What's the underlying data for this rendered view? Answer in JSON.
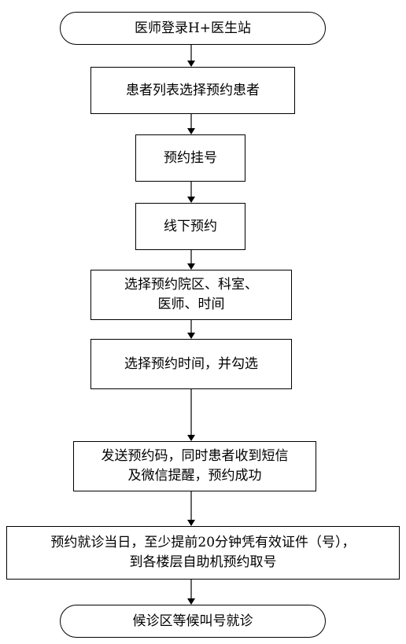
{
  "flowchart": {
    "nodes": [
      {
        "id": "start",
        "shape": "terminal",
        "label": "医师登录H+医生站"
      },
      {
        "id": "select-patient",
        "shape": "process",
        "label": "患者列表选择预约患者"
      },
      {
        "id": "booking",
        "shape": "process",
        "label": "预约挂号"
      },
      {
        "id": "offline",
        "shape": "process",
        "label": "线下预约"
      },
      {
        "id": "select-campus",
        "shape": "process",
        "label": "选择预约院区、科室、\n医师、时间"
      },
      {
        "id": "select-time",
        "shape": "process",
        "label": "选择预约时间，并勾选"
      },
      {
        "id": "send-code",
        "shape": "process",
        "label": "发送预约码，同时患者收到短信\n及微信提醒，预约成功"
      },
      {
        "id": "visit-day",
        "shape": "process",
        "label": "预约就诊当日，至少提前20分钟凭有效证件（号），\n到各楼层自助机预约取号"
      },
      {
        "id": "end",
        "shape": "terminal",
        "label": "候诊区等候叫号就诊"
      }
    ],
    "edges": [
      {
        "from": "start",
        "to": "select-patient"
      },
      {
        "from": "select-patient",
        "to": "booking"
      },
      {
        "from": "booking",
        "to": "offline"
      },
      {
        "from": "offline",
        "to": "select-campus"
      },
      {
        "from": "select-campus",
        "to": "select-time"
      },
      {
        "from": "select-time",
        "to": "send-code"
      },
      {
        "from": "send-code",
        "to": "visit-day"
      },
      {
        "from": "visit-day",
        "to": "end"
      }
    ]
  }
}
